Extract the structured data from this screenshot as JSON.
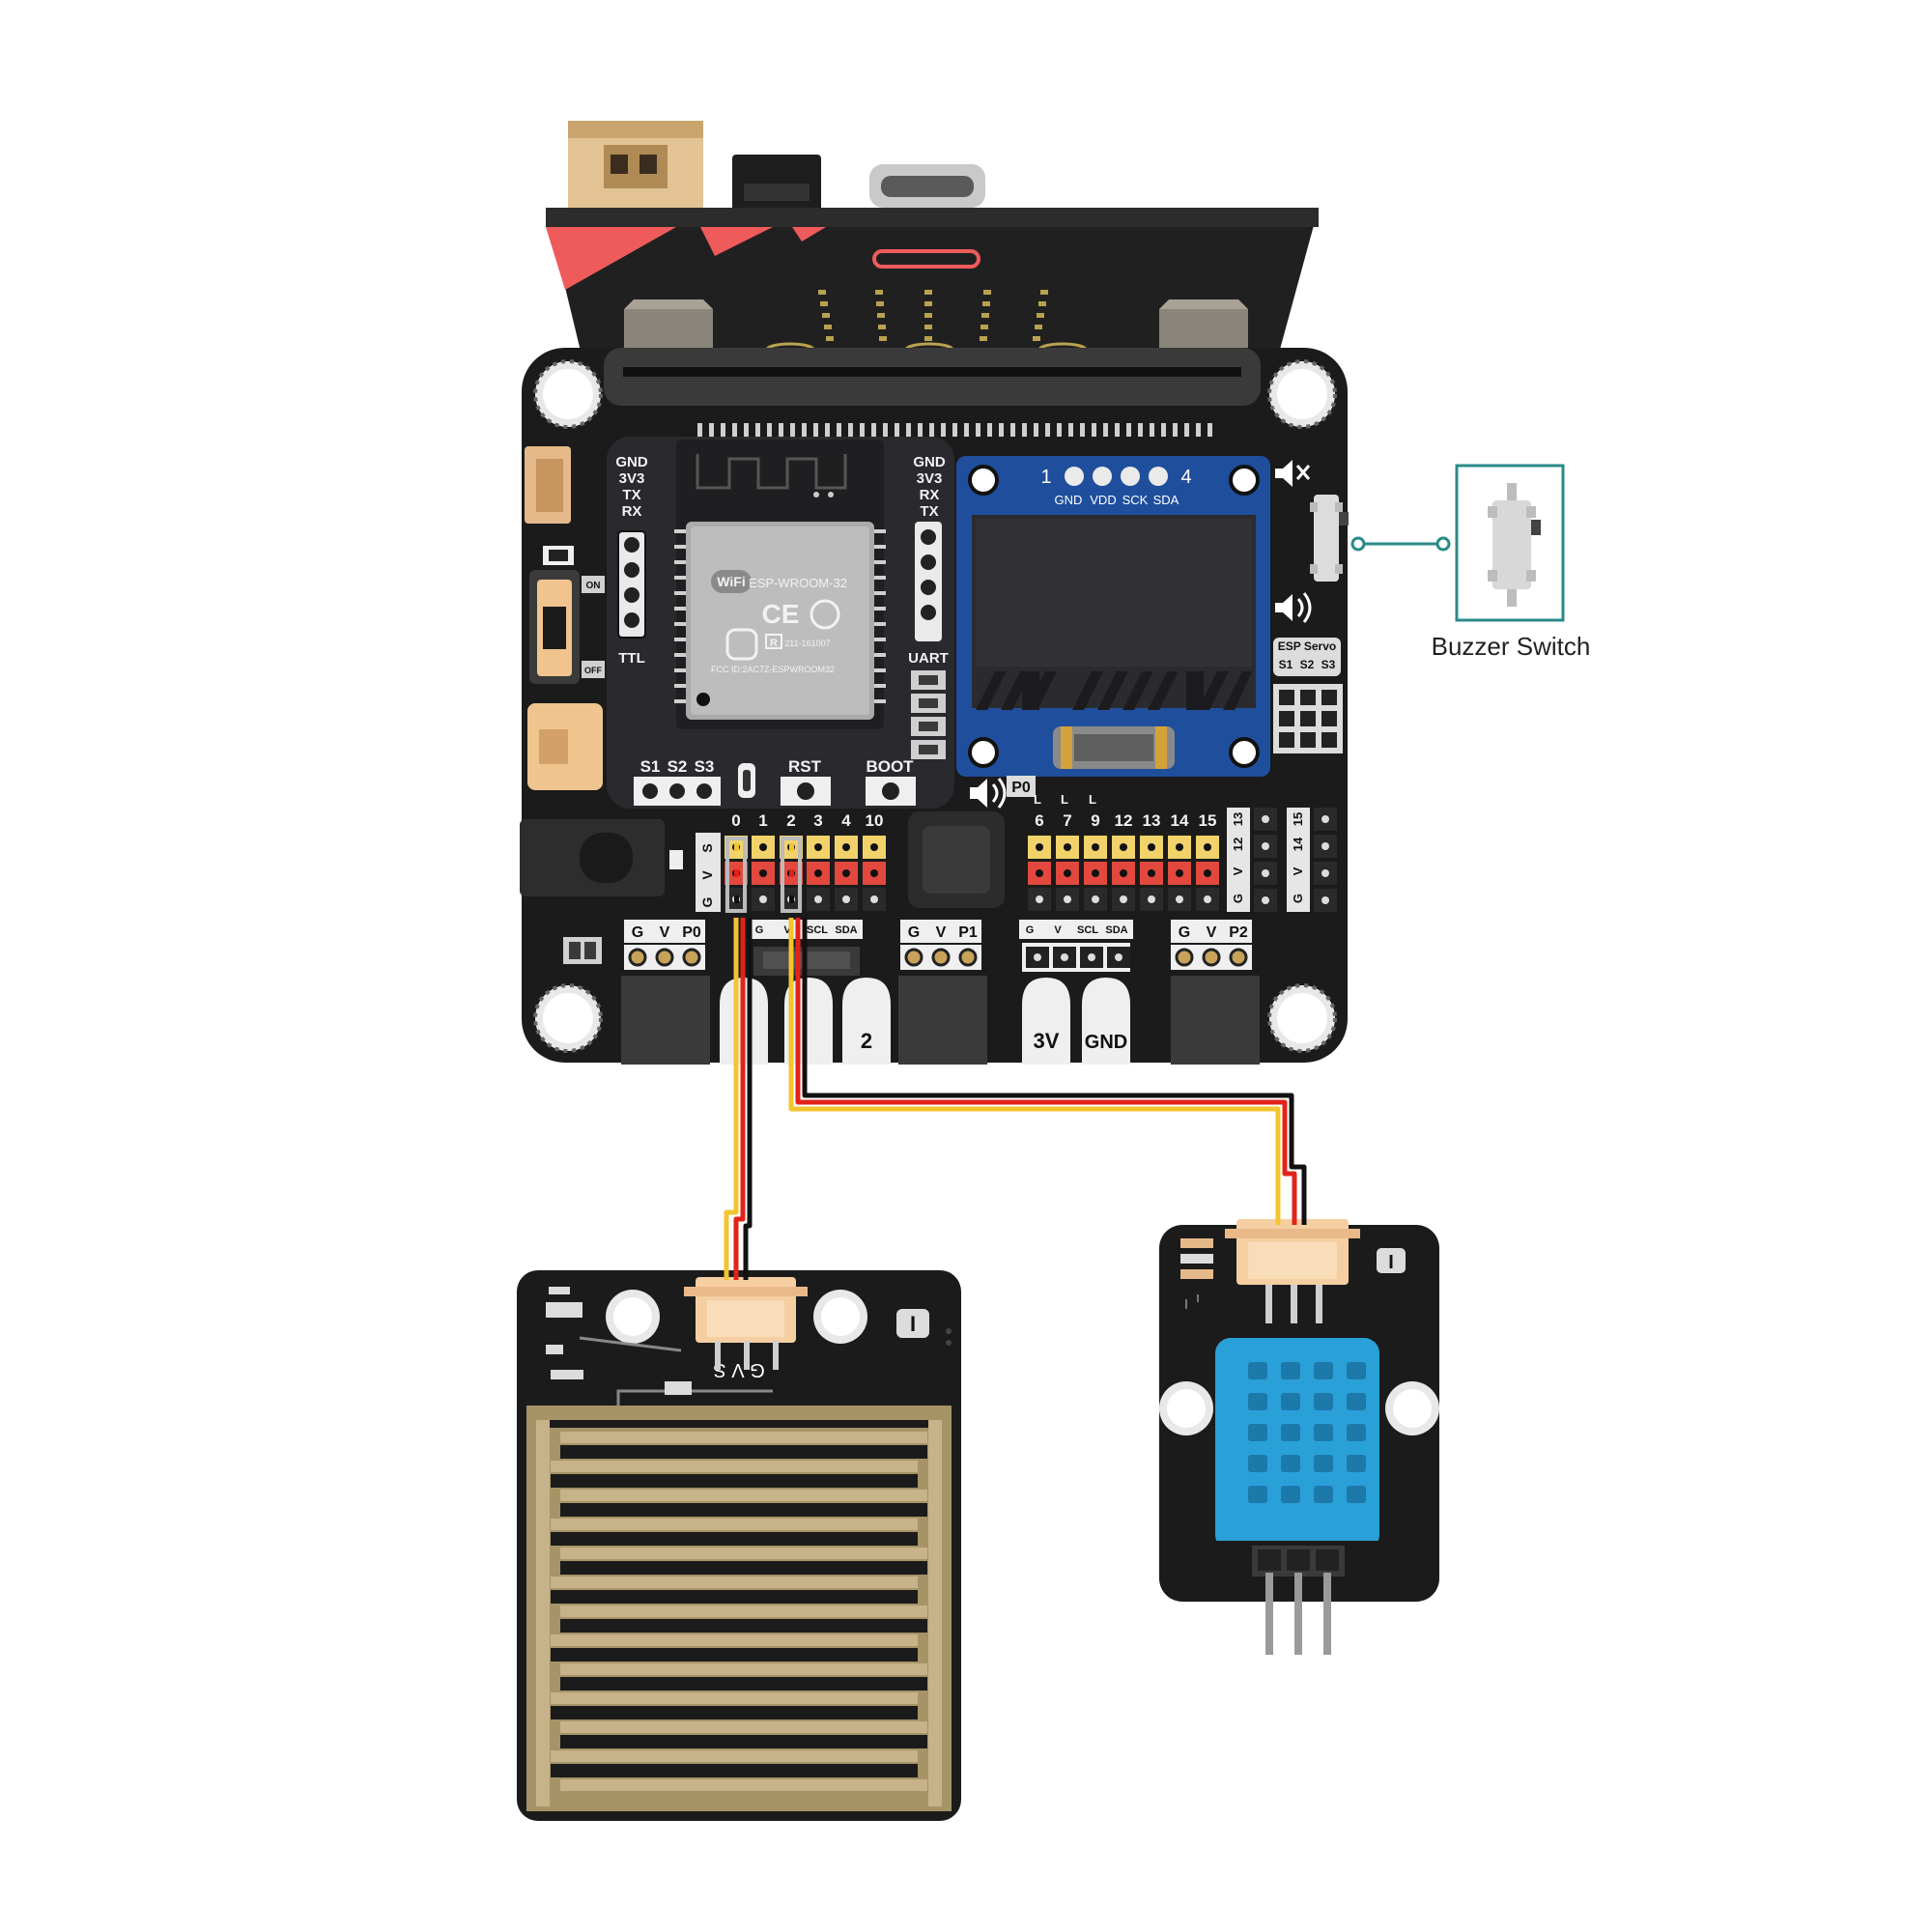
{
  "colors": {
    "board": "#1b1b1b",
    "board_panel": "#2a2a2e",
    "accent_pink": "#ef5b5b",
    "oled_blue": "#1f4f9c",
    "header_yellow": "#f2d36b",
    "header_red": "#e2483e",
    "wire_yellow": "#f2c430",
    "wire_red": "#e2231a",
    "wire_black": "#111111",
    "teal": "#2b8a88",
    "sensor_blue": "#2aa0d8",
    "pcb_gold": "#b59a6a"
  },
  "board": {
    "ttl_left": [
      "GND",
      "3V3",
      "TX",
      "RX"
    ],
    "ttl_label": "TTL",
    "uart_right": [
      "GND",
      "3V3",
      "RX",
      "TX"
    ],
    "uart_label": "UART",
    "switch_on": "ON",
    "switch_off": "OFF",
    "module_wifi": "WiFi",
    "module_name": "ESP-WROOM-32",
    "module_ce": "CE",
    "module_r": "R",
    "module_code": "211-161007",
    "module_fcc": "FCC ID:2AC7Z-ESPWROOM32",
    "servo_small": [
      "S1",
      "S2",
      "S3"
    ],
    "rst": "RST",
    "boot": "BOOT",
    "oled_num_left": "1",
    "oled_num_right": "4",
    "oled_pins": [
      "GND",
      "VDD",
      "SCK",
      "SDA"
    ],
    "esp_servo_title": "ESP Servo",
    "esp_servo_pins": [
      "S1",
      "S2",
      "S3"
    ],
    "p0_tag": "P0",
    "pins_left": [
      "0",
      "1",
      "2",
      "3",
      "4",
      "10"
    ],
    "pins_right": [
      "6",
      "7",
      "9",
      "12",
      "13",
      "14",
      "15"
    ],
    "l_marks": [
      "L",
      "L",
      "L"
    ],
    "svg_col": [
      "S",
      "V",
      "G"
    ],
    "right_col_a": [
      "13",
      "12",
      "V",
      "G"
    ],
    "right_col_b": [
      "15",
      "14",
      "V",
      "G"
    ],
    "port_p0": [
      "G",
      "V",
      "P0"
    ],
    "port_i2c_small": [
      "G",
      "V",
      "SCL",
      "SDA"
    ],
    "port_p1": [
      "G",
      "V",
      "P1"
    ],
    "port_i2c": [
      "G",
      "V",
      "SCL",
      "SDA"
    ],
    "port_p2": [
      "G",
      "V",
      "P2"
    ],
    "edge_2": "2",
    "edge_3v": "3V",
    "edge_gnd": "GND"
  },
  "callout": {
    "label": "Buzzer Switch"
  },
  "rain_sensor": {
    "pins": "G V S",
    "badge": "I"
  },
  "dht_sensor": {
    "badge": "I"
  }
}
